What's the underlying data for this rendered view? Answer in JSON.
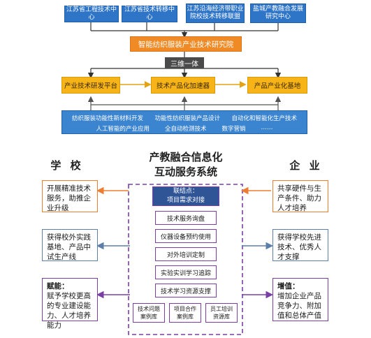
{
  "top_diagram": {
    "source_boxes": [
      "江苏省工程技术中心",
      "江苏省技术转移中心",
      "江苏沿海经济带职业院校技术转移联盟",
      "盐城产教融合发展研究中心"
    ],
    "institute": "智能纺织服装产业技术研究院",
    "integration_label": "三维一体",
    "platforms": [
      "产业技术研发平台",
      "技术产品化加速器",
      "产品产业化基地"
    ],
    "fields_line1": [
      "纺织服装功能性新材料开发",
      "功能性纺织服装产品设计",
      "自动化和智能化生产技术"
    ],
    "fields_line2": [
      "人工智能的产业应用",
      "全自动检测技术",
      "数字营销",
      "……"
    ]
  },
  "bottom_diagram": {
    "title_line1": "产教融合信息化",
    "title_line2": "互动服务系统",
    "school_title": "学 校",
    "enterprise_title": "企 业",
    "school_boxes": [
      {
        "text": "开展精准技术服务，助推企业升级"
      },
      {
        "text": "获得校外实践基地、产品中试生产线"
      },
      {
        "label": "赋能：",
        "text": "赋予学校更高的专业建设能力、人才培养能力"
      }
    ],
    "enterprise_boxes": [
      {
        "text": "共享硬件与生产条件、助力人才培养"
      },
      {
        "text": "获得学校先进技术、优秀人才支撑"
      },
      {
        "label": "增值：",
        "text": "增加企业产品竞争力、附加值和总体产值"
      }
    ],
    "center_items": [
      {
        "line1": "联结点：",
        "line2": "项目需求对接"
      },
      {
        "line1": "技术服务询盘"
      },
      {
        "line1": "仪器设备预约使用"
      },
      {
        "line1": "对外培训定制"
      },
      {
        "line1": "实验实训学习追踪"
      },
      {
        "line1": "技术学习资源支撑"
      }
    ],
    "libraries": [
      {
        "line1": "技术问题",
        "line2": "案例库"
      },
      {
        "line1": "项目合作",
        "line2": "案例库"
      },
      {
        "line1": "员工培训",
        "line2": "资源库"
      }
    ]
  },
  "colors": {
    "blue": "#2e75c8",
    "orange": "#f08a24",
    "yellow": "#f6b418",
    "purple": "#7a3fa6",
    "dark_blue": "#2f5597",
    "arrow_blue": "#5b7fa8",
    "arrow_orange": "#ed7d31"
  }
}
